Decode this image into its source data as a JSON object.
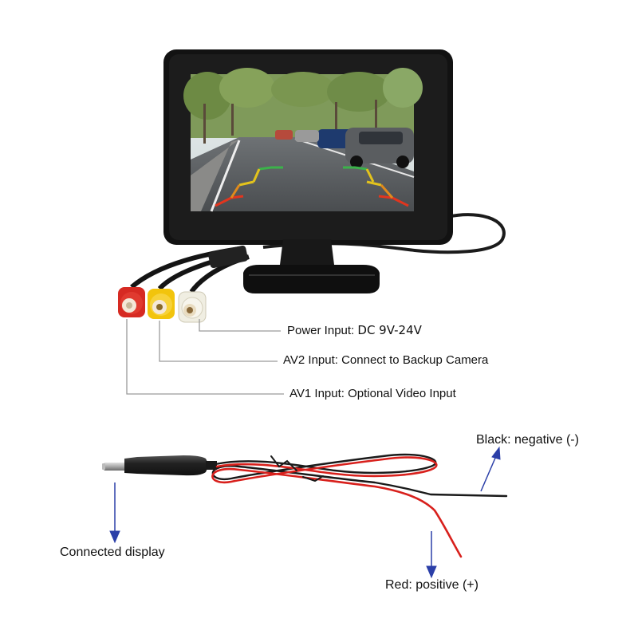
{
  "labels": {
    "power_prefix": "Power Input:",
    "power_value": "DC 9V-24V",
    "av2": "AV2 Input: Connect to Backup Camera",
    "av1": "AV1 Input: Optional Video Input",
    "black": "Black: negative (-)",
    "connected": "Connected display",
    "red": "Red: positive (+)"
  },
  "connector_colors": {
    "av1": "#d62a22",
    "av2": "#f2c40c",
    "power": "#f5f3e8"
  },
  "wire_colors": {
    "red": "#d8201c",
    "black": "#1a1a1a",
    "arrow": "#2b3fa8"
  },
  "icons": [
    "monitor-image",
    "rca-connector",
    "dc-plug",
    "arrow-icon"
  ]
}
